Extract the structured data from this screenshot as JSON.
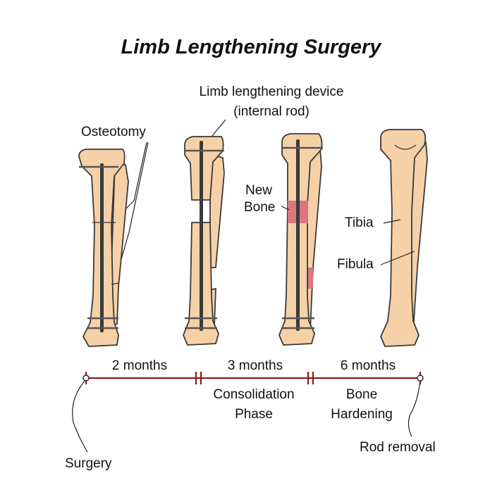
{
  "title": "Limb Lengthening Surgery",
  "labels": {
    "device_line1": "Limb lengthening device",
    "device_line2": "(internal rod)",
    "osteotomy": "Osteotomy",
    "new_bone_line1": "New",
    "new_bone_line2": "Bone",
    "tibia": "Tibia",
    "fibula": "Fibula"
  },
  "timeline": {
    "periods": [
      "2 months",
      "3 months",
      "6 months"
    ],
    "phases": [
      {
        "line1": "Consolidation",
        "line2": "Phase"
      },
      {
        "line1": "Bone",
        "line2": "Hardening"
      }
    ],
    "start_label": "Surgery",
    "end_label": "Rod removal"
  },
  "colors": {
    "bone": "#f6d1a8",
    "new_bone": "#d9777c",
    "rod": "#3a3a3a",
    "timeline": "#8a1a1a"
  }
}
